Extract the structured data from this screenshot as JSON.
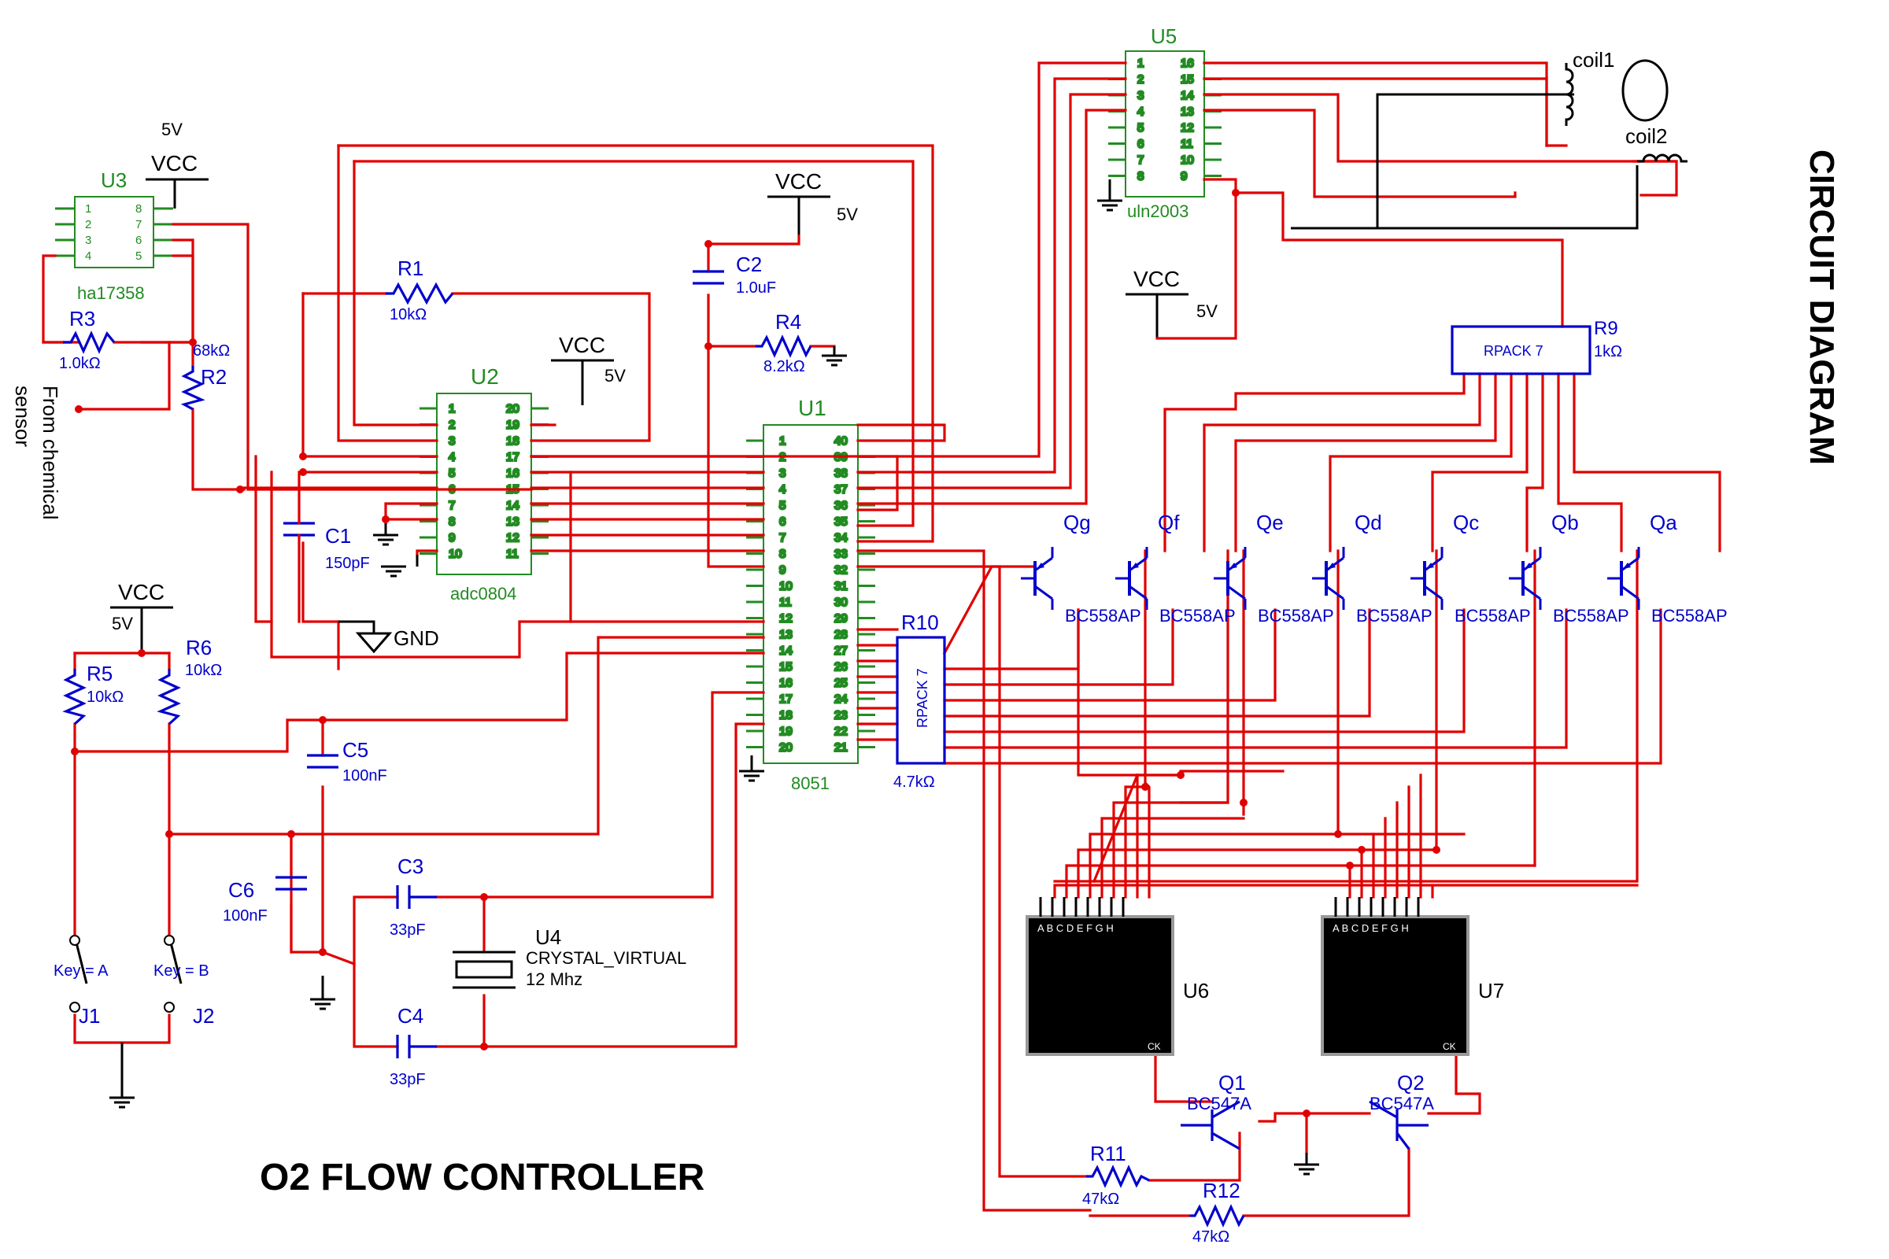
{
  "title": "O2 FLOW CONTROLLER",
  "side_title": "CIRCUIT DIAGRAM",
  "sensor_label": [
    "From chemical",
    "sensor"
  ],
  "supply": {
    "vcc": "VCC",
    "volt": "5V",
    "gnd": "GND"
  },
  "chips": {
    "u1": {
      "ref": "U1",
      "type": "8051",
      "left_pins": [
        "1",
        "2",
        "3",
        "4",
        "5",
        "6",
        "7",
        "8",
        "9",
        "10",
        "11",
        "12",
        "13",
        "14",
        "15",
        "16",
        "17",
        "18",
        "19",
        "20"
      ],
      "right_pins": [
        "40",
        "39",
        "38",
        "37",
        "36",
        "35",
        "34",
        "33",
        "32",
        "31",
        "30",
        "29",
        "28",
        "27",
        "26",
        "25",
        "24",
        "23",
        "22",
        "21"
      ]
    },
    "u2": {
      "ref": "U2",
      "type": "adc0804",
      "left_pins": [
        "1",
        "2",
        "3",
        "4",
        "5",
        "6",
        "7",
        "8",
        "9",
        "10"
      ],
      "right_pins": [
        "20",
        "19",
        "18",
        "17",
        "16",
        "15",
        "14",
        "13",
        "12",
        "11"
      ]
    },
    "u3": {
      "ref": "U3",
      "type": "ha17358",
      "left_pins": [
        "1",
        "2",
        "3",
        "4"
      ],
      "right_pins": [
        "8",
        "7",
        "6",
        "5"
      ]
    },
    "u5": {
      "ref": "U5",
      "type": "uln2003",
      "left_pins": [
        "1",
        "2",
        "3",
        "4",
        "5",
        "6",
        "7",
        "8"
      ],
      "right_pins": [
        "16",
        "15",
        "14",
        "13",
        "12",
        "11",
        "10",
        "9"
      ]
    }
  },
  "resistors": {
    "r1": {
      "ref": "R1",
      "value": "10kΩ"
    },
    "r2": {
      "ref": "R2",
      "value": "68kΩ"
    },
    "r3": {
      "ref": "R3",
      "value": "1.0kΩ"
    },
    "r4": {
      "ref": "R4",
      "value": "8.2kΩ"
    },
    "r5": {
      "ref": "R5",
      "value": "10kΩ"
    },
    "r6": {
      "ref": "R6",
      "value": "10kΩ"
    },
    "r11": {
      "ref": "R11",
      "value": "47kΩ"
    },
    "r12": {
      "ref": "R12",
      "value": "47kΩ"
    }
  },
  "rpacks": {
    "r9": {
      "ref": "R9",
      "type": "RPACK 7",
      "value": "1kΩ"
    },
    "r10": {
      "ref": "R10",
      "type": "RPACK 7",
      "value": "4.7kΩ"
    }
  },
  "capacitors": {
    "c1": {
      "ref": "C1",
      "value": "150pF"
    },
    "c2": {
      "ref": "C2",
      "value": "1.0uF"
    },
    "c3": {
      "ref": "C3",
      "value": "33pF"
    },
    "c4": {
      "ref": "C4",
      "value": "33pF"
    },
    "c5": {
      "ref": "C5",
      "value": "100nF"
    },
    "c6": {
      "ref": "C6",
      "value": "100nF"
    }
  },
  "crystal": {
    "ref": "U4",
    "type": "CRYSTAL_VIRTUAL",
    "freq": "12 Mhz"
  },
  "transistors": [
    {
      "ref": "Qg",
      "type": "BC558AP"
    },
    {
      "ref": "Qf",
      "type": "BC558AP"
    },
    {
      "ref": "Qe",
      "type": "BC558AP"
    },
    {
      "ref": "Qd",
      "type": "BC558AP"
    },
    {
      "ref": "Qc",
      "type": "BC558AP"
    },
    {
      "ref": "Qb",
      "type": "BC558AP"
    },
    {
      "ref": "Qa",
      "type": "BC558AP"
    }
  ],
  "npn": [
    {
      "ref": "Q1",
      "type": "BC547A"
    },
    {
      "ref": "Q2",
      "type": "BC547A"
    }
  ],
  "displays": [
    {
      "ref": "U6",
      "segments": "A B C D E F G H",
      "ck": "CK"
    },
    {
      "ref": "U7",
      "segments": "A B C D E F G H",
      "ck": "CK"
    }
  ],
  "switches": [
    {
      "ref": "J1",
      "key": "Key = A"
    },
    {
      "ref": "J2",
      "key": "Key = B"
    }
  ],
  "coils": [
    "coil1",
    "coil2"
  ]
}
